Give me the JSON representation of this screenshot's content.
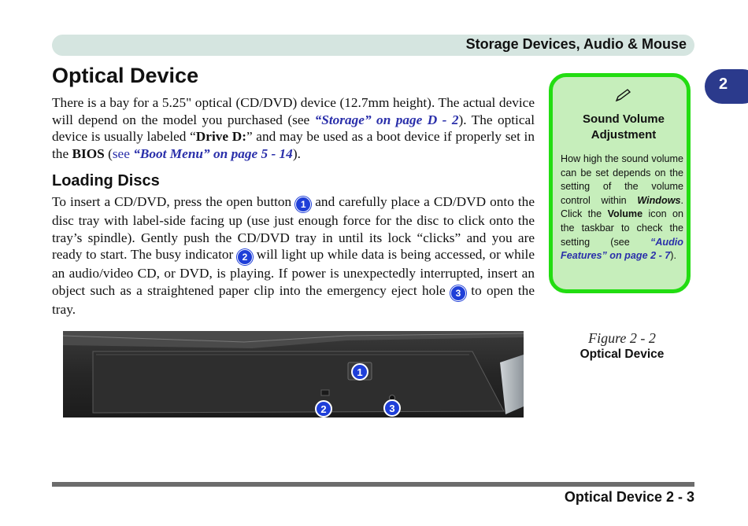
{
  "header": {
    "title": "Storage Devices, Audio & Mouse"
  },
  "chapter_tab": "2",
  "section": {
    "title": "Optical Device",
    "intro": {
      "t1": "There is a bay for a 5.25\" optical (CD/DVD) device (12.7mm height). The actual device will depend on the model you purchased (see ",
      "ref1": "“Storage” on page D - 2",
      "t2": "). The optical device is usually labeled “",
      "drive_label": "Drive D:",
      "t3": "” and may be used as a boot device if properly set in the ",
      "bios": "BIOS",
      "t4": " (",
      "see": "see ",
      "ref2": "“Boot Menu” on page 5 - 14",
      "t5": ")."
    },
    "subsection_title": "Loading Discs",
    "loading": {
      "t1": "To insert a CD/DVD, press the open button ",
      "b1": "1",
      "t2": " and carefully place a CD/DVD onto the disc tray with label-side facing up (use just enough force for the disc to click onto the tray’s spindle). Gently push the CD/DVD tray in until its lock “clicks” and you are ready to start. The busy indicator ",
      "b2": "2",
      "t3": " will light up while data is being accessed, or while an audio/video CD, or DVD, is playing. If power is unexpectedly interrupted, insert an object such as a straightened paper clip into the emergency eject hole ",
      "b3": "3",
      "t4": " to open the tray."
    }
  },
  "note": {
    "icon": "pencil-icon",
    "title": "Sound Volume Adjustment",
    "t1": "How high the sound volume can be set depends on the setting of the volume control within ",
    "windows": "Windows",
    "t2": ". Click the ",
    "volume": "Volume",
    "t3": " icon on the taskbar to check the setting (see ",
    "ref": "“Audio Features” on page 2 - 7",
    "t4": ")."
  },
  "figure": {
    "number": "Figure 2 - 2",
    "caption": "Optical Device",
    "callouts": [
      "1",
      "2",
      "3"
    ]
  },
  "footer": {
    "text": "Optical Device  2  -  3"
  },
  "colors": {
    "link": "#2a2faa",
    "badge": "#1f3fd8",
    "note_bg": "#c6eebb",
    "note_border": "#22dd11",
    "header_bar": "#d5e5e0",
    "chapter_tab": "#2b3a8c"
  }
}
